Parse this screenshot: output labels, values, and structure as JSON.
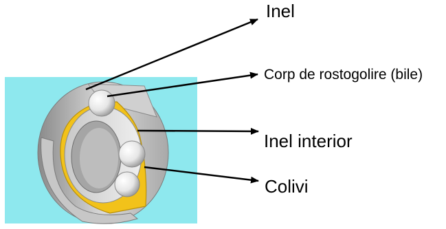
{
  "diagram": {
    "colors": {
      "background_panel": "#8ee8ee",
      "ring_gray": "#bfbfbf",
      "cage_yellow": "#f2c21a",
      "arrow": "#000000"
    },
    "labels": {
      "outer_ring": "Inel",
      "rolling_bodies": "Corp de rostogolire (bile)",
      "inner_ring": "Inel interior",
      "cage": "Colivi"
    }
  }
}
